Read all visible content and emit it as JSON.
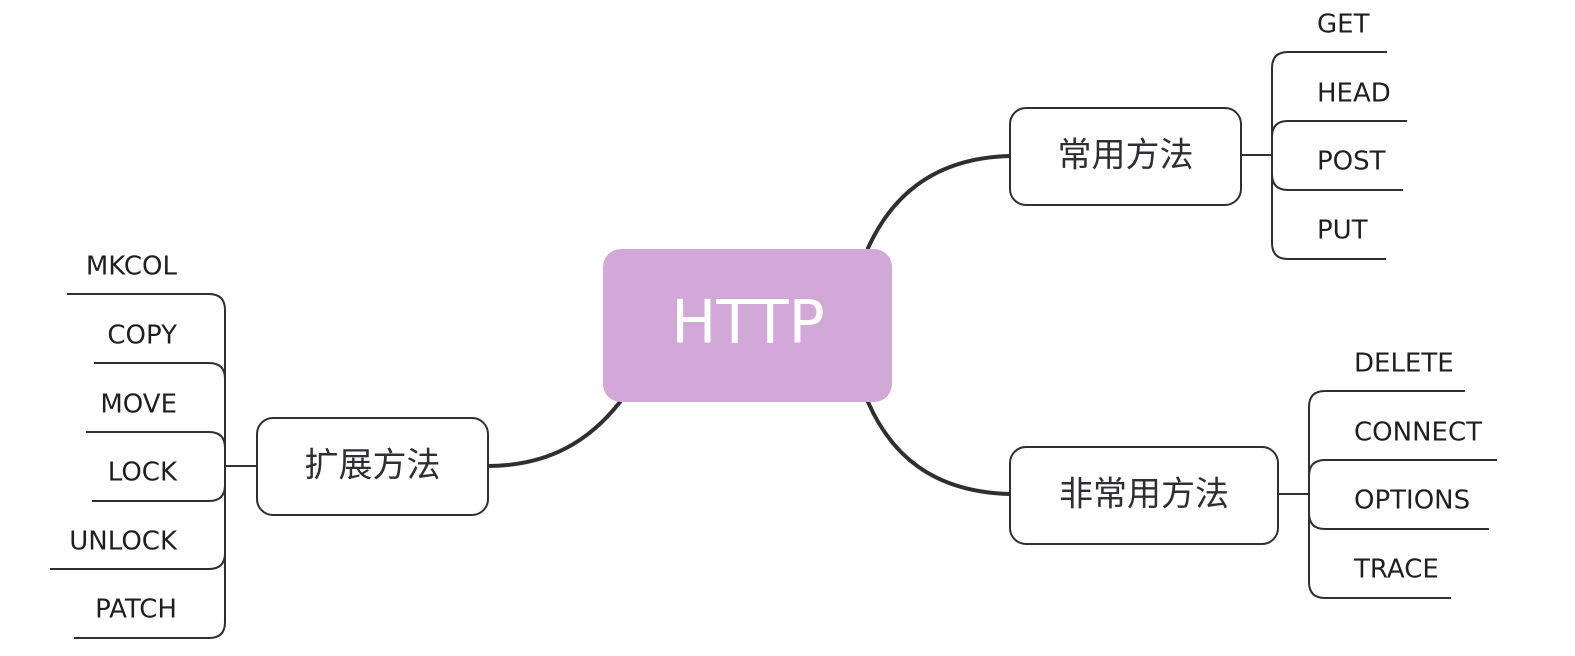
{
  "root": {
    "label": "HTTP",
    "color": "#d2a8d8"
  },
  "branches": {
    "common": {
      "label": "常用方法",
      "items": [
        "GET",
        "HEAD",
        "POST",
        "PUT"
      ]
    },
    "uncommon": {
      "label": "非常用方法",
      "items": [
        "DELETE",
        "CONNECT",
        "OPTIONS",
        "TRACE"
      ]
    },
    "extension": {
      "label": "扩展方法",
      "items": [
        "MKCOL",
        "COPY",
        "MOVE",
        "LOCK",
        "UNLOCK",
        "PATCH"
      ]
    }
  },
  "colors": {
    "line": "#2f2f33",
    "text": "#1f1f22",
    "background": "#ffffff"
  }
}
